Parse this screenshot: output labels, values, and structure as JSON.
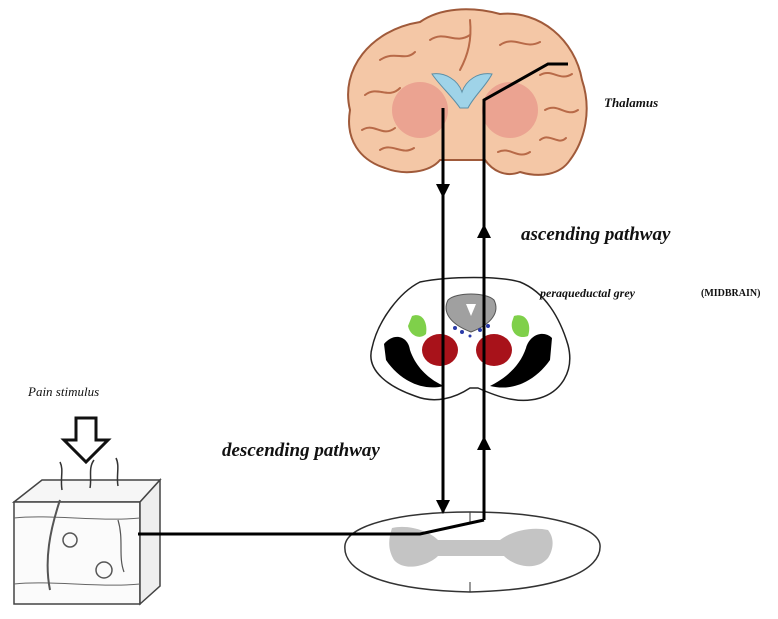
{
  "labels": {
    "thalamus": "Thalamus",
    "ascending": "ascending pathway",
    "periaqueductal": "peraqueductal grey",
    "midbrain": "(MIDBRAIN)",
    "pain_stimulus": "Pain stimulus",
    "descending": "descending pathway"
  },
  "colors": {
    "brain_fill": "#f4c7a6",
    "brain_deep": "#e89a8c",
    "ventricle": "#9fd3e8",
    "green_nucleus": "#7fd04a",
    "red_nucleus": "#a8121a",
    "grey_matter": "#c4c4c4",
    "pathway_line": "#000000"
  },
  "icons": {
    "brain": "brain-coronal-section-icon",
    "midbrain": "midbrain-cross-section-icon",
    "spinal_cord": "spinal-cord-section-icon",
    "skin": "skin-block-icon",
    "stimulus_arrow": "down-arrow-icon"
  }
}
